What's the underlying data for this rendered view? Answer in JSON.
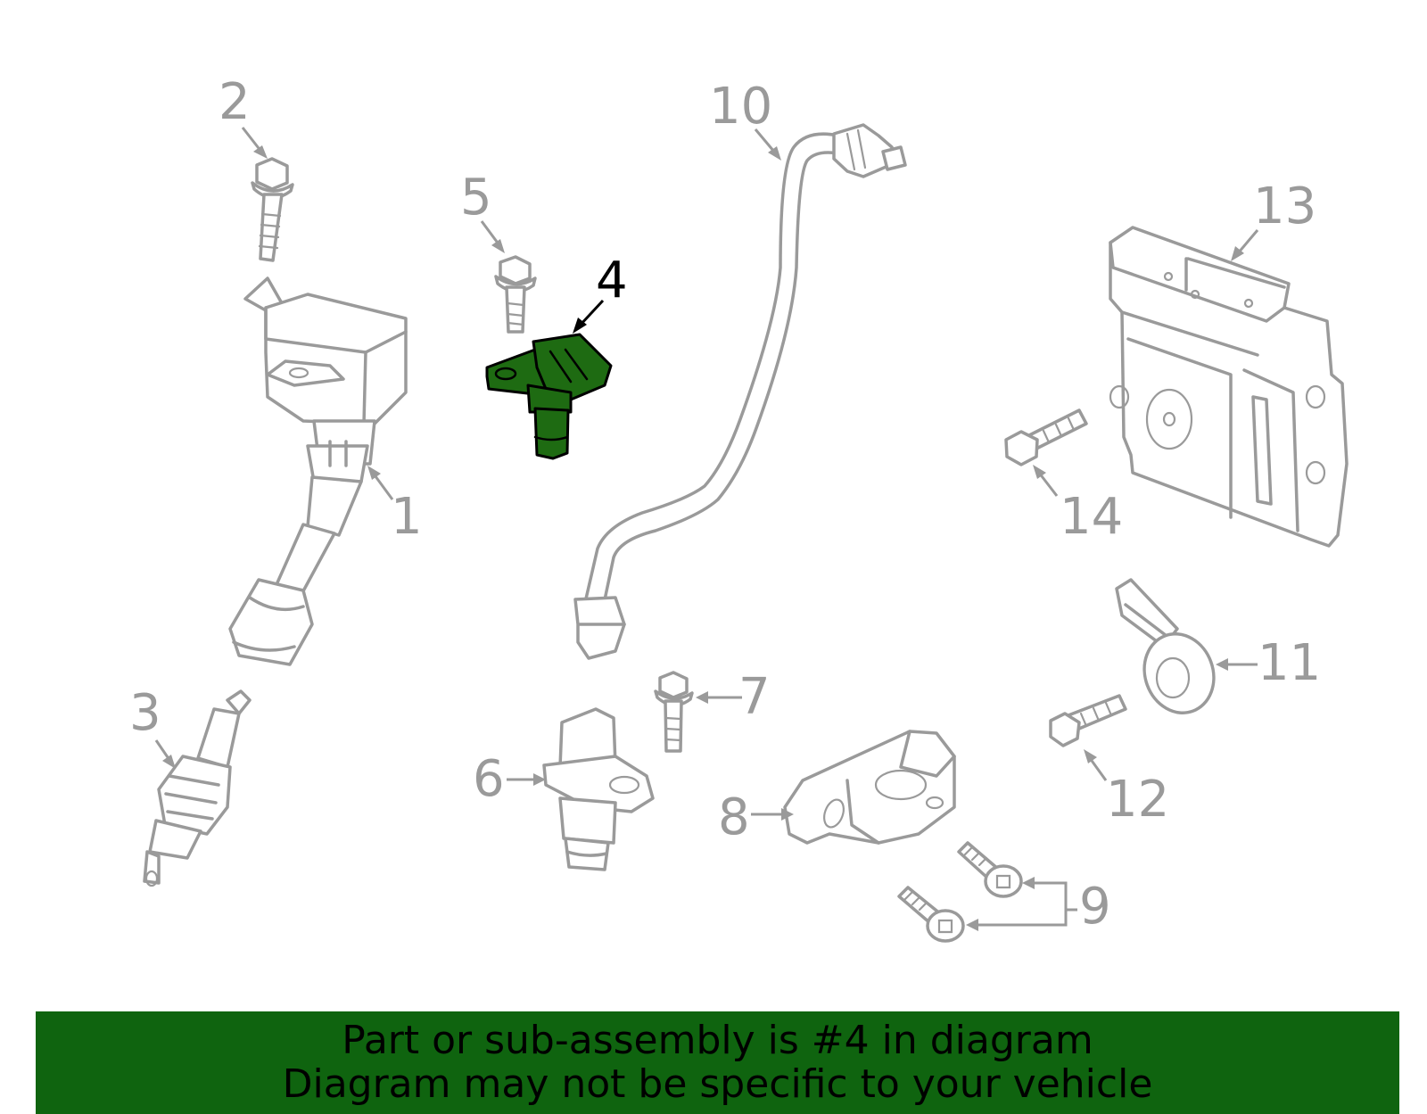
{
  "diagram": {
    "highlighted_part": "4",
    "highlight_color": "#1e6b12",
    "part_line_color": "#9a9a9a",
    "callouts": [
      {
        "id": "c1",
        "label": "1"
      },
      {
        "id": "c2",
        "label": "2"
      },
      {
        "id": "c3",
        "label": "3"
      },
      {
        "id": "c4",
        "label": "4"
      },
      {
        "id": "c5",
        "label": "5"
      },
      {
        "id": "c6",
        "label": "6"
      },
      {
        "id": "c7",
        "label": "7"
      },
      {
        "id": "c8",
        "label": "8"
      },
      {
        "id": "c9",
        "label": "9"
      },
      {
        "id": "c10",
        "label": "10"
      },
      {
        "id": "c11",
        "label": "11"
      },
      {
        "id": "c12",
        "label": "12"
      },
      {
        "id": "c13",
        "label": "13"
      },
      {
        "id": "c14",
        "label": "14"
      }
    ]
  },
  "banner": {
    "background": "#0f640f",
    "line1": "Part or sub-assembly is #4 in diagram",
    "line2": "Diagram may not be specific to your vehicle"
  }
}
